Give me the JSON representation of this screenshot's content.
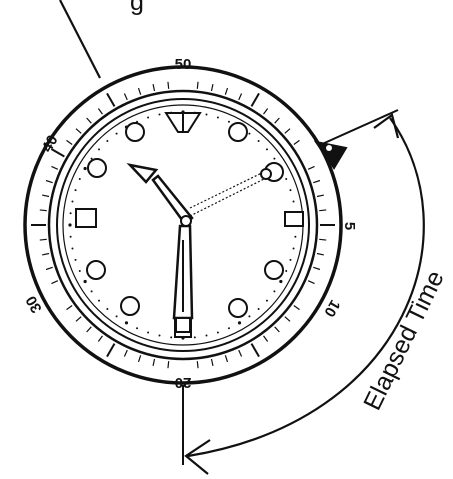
{
  "diagram": {
    "top_label_partial": "g",
    "bezel_numbers": [
      "50",
      "40",
      "30",
      "20",
      "10",
      "5"
    ],
    "caption": "Elapsed Time",
    "colors": {
      "ink": "#111111",
      "paper": "#ffffff"
    }
  }
}
